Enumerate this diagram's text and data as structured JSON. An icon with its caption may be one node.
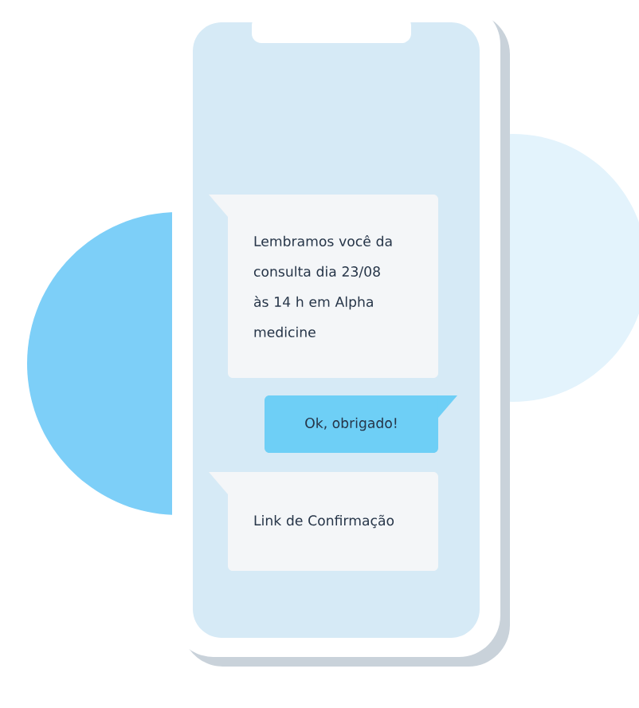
{
  "diagram": {
    "nodes": [
      {
        "text": [
          "Lembramos você da consulta dia 23/08 às 14 h em Alpha medicine"
        ]
      },
      {
        "text": [
          "Ok, obrigado!"
        ]
      },
      {
        "text": [
          "Link de Confirmação"
        ]
      }
    ]
  }
}
